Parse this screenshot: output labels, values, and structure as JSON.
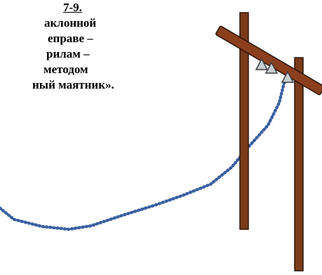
{
  "heading": {
    "number": "7-9.",
    "lines": [
      "аклонной",
      "еправе –",
      "рилам –",
      "методом",
      "ный маятник»."
    ]
  },
  "colors": {
    "post_wood": "#7a3b1b",
    "post_outline": "#2a1408",
    "beam_wood": "#8b3f1c",
    "clamp_fill": "#c8cdd1",
    "clamp_outline": "#3a3f44",
    "rope": "#3a60a0"
  },
  "icons": {
    "clamp": "triangle-clamp-icon"
  }
}
